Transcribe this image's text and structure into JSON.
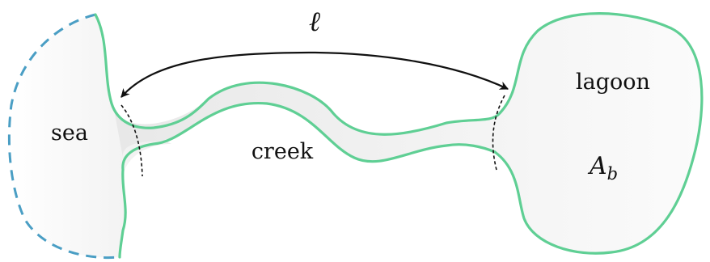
{
  "diagram": {
    "labels": {
      "sea": "sea",
      "creek": "creek",
      "lagoon": "lagoon",
      "area_symbol": "A",
      "area_subscript": "b",
      "length_symbol": "ℓ"
    },
    "colors": {
      "shoreline": "#5fcf94",
      "sea_boundary": "#4a9ec4",
      "water_fill": "#efefef",
      "arrow": "#111111",
      "section_marker": "#111111"
    },
    "styles": {
      "sea_boundary": "dashed",
      "section_markers": "dashed"
    },
    "arrow": "double-headed"
  }
}
